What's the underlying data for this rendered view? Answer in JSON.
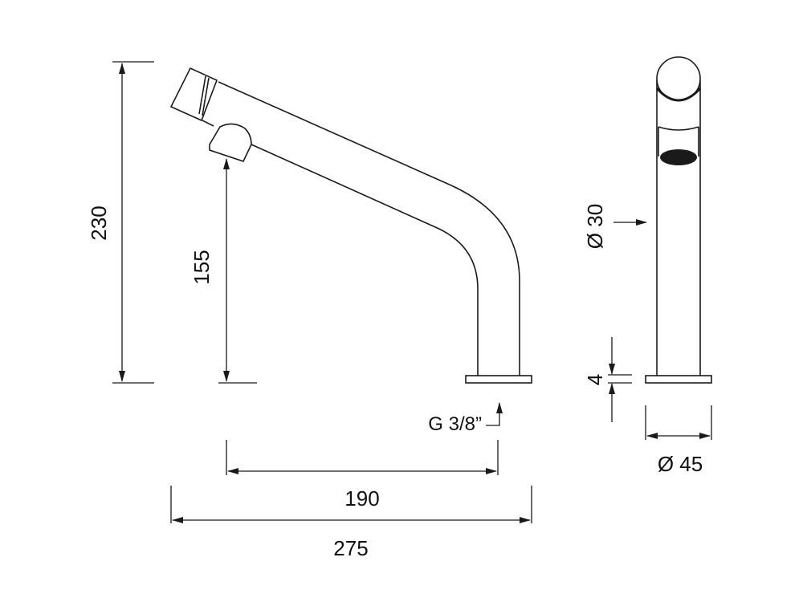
{
  "drawing": {
    "front_view": {
      "total_height": "230",
      "spout_height": "155",
      "connection": "G 3/8”",
      "spout_reach": "190",
      "total_length": "275"
    },
    "side_view": {
      "tube_diameter": "Ø 30",
      "base_thickness": "4",
      "base_diameter": "Ø 45"
    },
    "colors": {
      "line": "#1a1a1a",
      "background": "#ffffff"
    }
  }
}
